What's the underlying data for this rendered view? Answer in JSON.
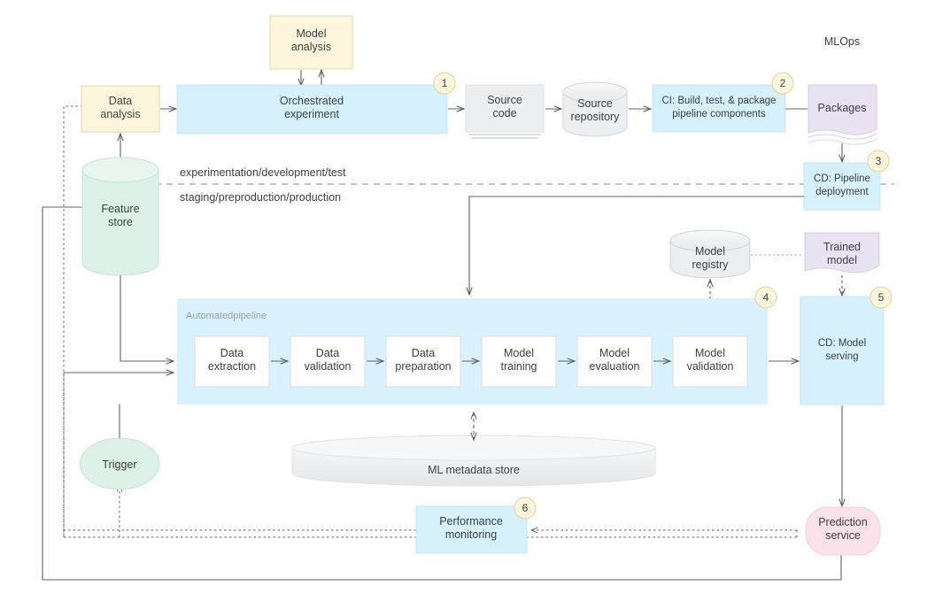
{
  "diagram": {
    "title_label": "MLOps",
    "group_label": "Automatedpipeline",
    "env_top_label": "experimentation/development/test",
    "env_bottom_label": "staging/preproduction/production",
    "nodes": {
      "model_analysis": "Model\nanalysis",
      "data_analysis": "Data\nanalysis",
      "orchestrated_experiment": "Orchestrated\nexperiment",
      "source_code": "Source\ncode",
      "source_repository": "Source\nrepository",
      "ci_build": "CI: Build, test, & package\npipeline components",
      "packages": "Packages",
      "cd_pipeline_deployment": "CD: Pipeline\ndeployment",
      "feature_store": "Feature\nstore",
      "model_registry": "Model\nregistry",
      "trained_model": "Trained\nmodel",
      "cd_model_serving": "CD: Model\nserving",
      "data_extraction": "Data\nextraction",
      "data_validation": "Data\nvalidation",
      "data_preparation": "Data\npreparation",
      "model_training": "Model\ntraining",
      "model_evaluation": "Model\nevaluation",
      "model_validation": "Model\nvalidation",
      "ml_metadata_store": "ML metadata store",
      "trigger": "Trigger",
      "performance_monitoring": "Performance\nmonitoring",
      "prediction_service": "Prediction\nservice"
    },
    "badges": [
      {
        "number": "1",
        "for": "orchestrated-experiment"
      },
      {
        "number": "2",
        "for": "ci-build"
      },
      {
        "number": "3",
        "for": "cd-pipeline-deployment"
      },
      {
        "number": "4",
        "for": "automated-pipeline"
      },
      {
        "number": "5",
        "for": "cd-model-serving"
      },
      {
        "number": "6",
        "for": "performance-monitoring"
      }
    ],
    "colors": {
      "cream_fill": "#fdf6dc",
      "cream_stroke": "#e3d9a8",
      "blue_fill": "#d6f0fc",
      "blue_stroke": "#bfe6f7",
      "pipeline_fill": "#d9f2fd",
      "gray_fill": "#eceff1",
      "gray_stroke": "#d0d5d8",
      "green_fill": "#ddf1e7",
      "green_stroke": "#c6e5d6",
      "purple_fill": "#e8e2f2",
      "purple_stroke": "#d6cee6",
      "pink_fill": "#fbe1e9",
      "pink_stroke": "#f5d2dd",
      "white_fill": "#ffffff",
      "line": "#5f6368",
      "badge_fill": "#fdf6dc",
      "badge_stroke": "#e0d49c",
      "text": "#3c4043",
      "muted_text": "#9aa0a6"
    }
  }
}
